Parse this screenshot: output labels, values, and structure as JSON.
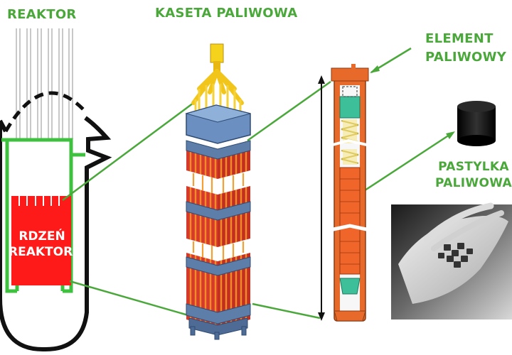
{
  "labels": {
    "reactor": "REAKTOR",
    "fuel_assembly": "KASETA PALIWOWA",
    "fuel_element_line1": "ELEMENT",
    "fuel_element_line2": "PALIWOWY",
    "fuel_pellet_line1": "PASTYLKA",
    "fuel_pellet_line2": "PALIWOWA",
    "core_line1": "RDZEŃ",
    "core_line2": "REAKTORA"
  },
  "colors": {
    "label_green": "#4aa83a",
    "core_red": "#ff1a1a",
    "assembly_orange": "#e8742a",
    "assembly_red": "#d63a2a",
    "assembly_steel": "#6a8fc0",
    "top_yellow": "#f4c21a",
    "rod_orange": "#ef6c2a",
    "rod_teal": "#3dbf9a"
  }
}
